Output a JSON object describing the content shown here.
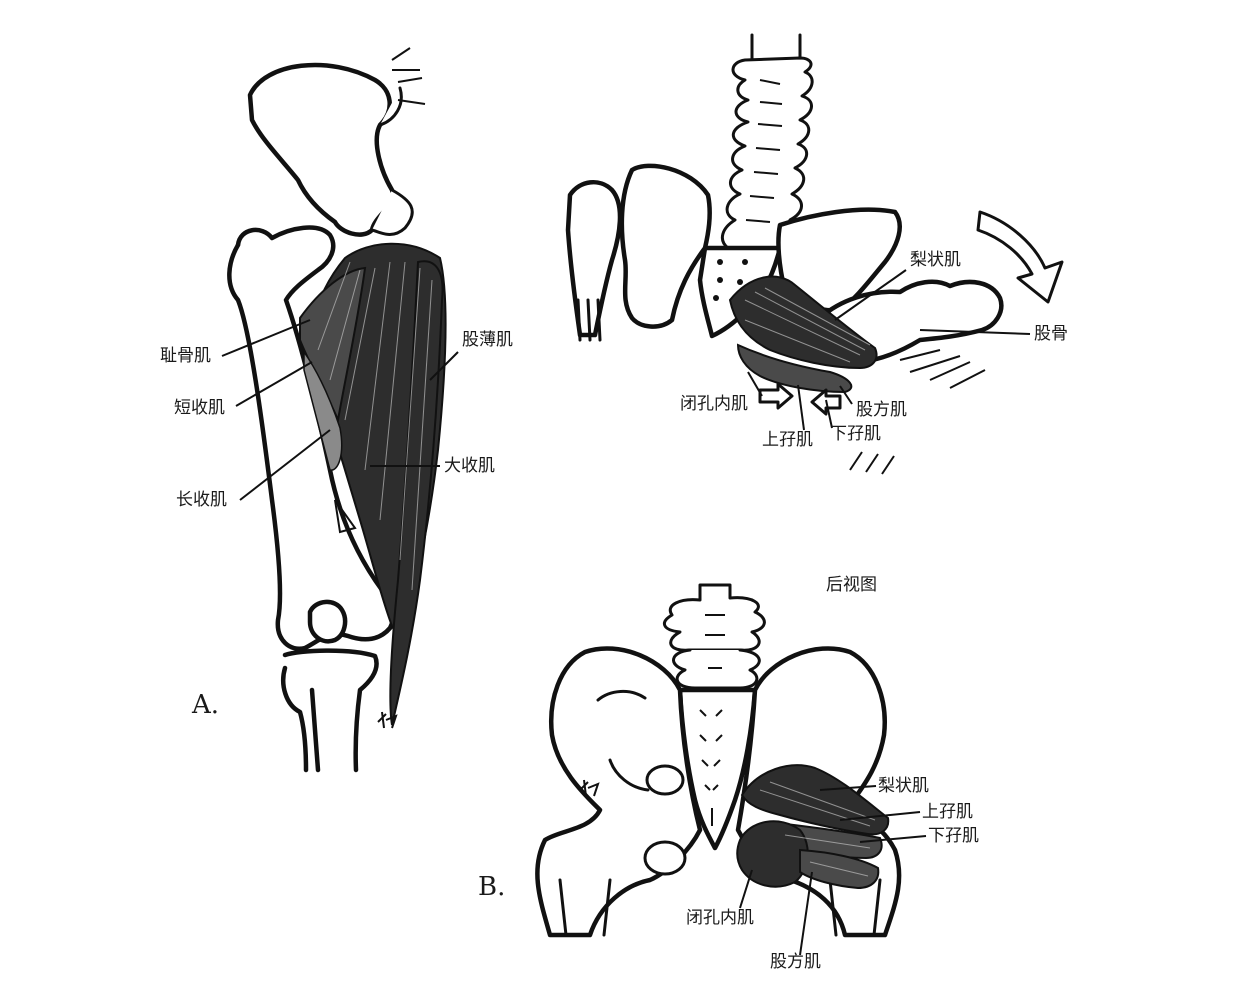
{
  "panel_a": {
    "letter": "A.",
    "labels": {
      "pectineus": "耻骨肌",
      "adductor_brevis": "短收肌",
      "adductor_longus": "长收肌",
      "gracilis": "股薄肌",
      "adductor_magnus": "大收肌"
    }
  },
  "panel_top_right": {
    "labels": {
      "piriformis": "梨状肌",
      "femur": "股骨",
      "obturator_internus": "闭孔内肌",
      "superior_gemellus": "上孖肌",
      "inferior_gemellus": "下孖肌",
      "quadratus_femoris": "股方肌"
    }
  },
  "panel_b": {
    "letter": "B.",
    "view_title": "后视图",
    "labels": {
      "piriformis": "梨状肌",
      "superior_gemellus": "上孖肌",
      "inferior_gemellus": "下孖肌",
      "obturator_internus": "闭孔内肌",
      "quadratus_femoris": "股方肌"
    }
  }
}
